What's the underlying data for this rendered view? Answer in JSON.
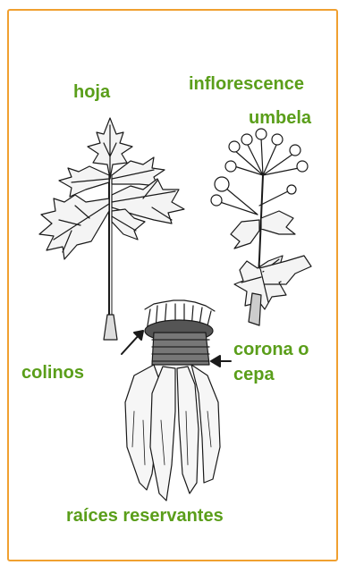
{
  "labels": {
    "hoja": "hoja",
    "inflorescence": "inflorescence",
    "umbela": "umbela",
    "colinos": "colinos",
    "corona_1": "corona o",
    "corona_2": "cepa",
    "raices": "raíces reservantes"
  },
  "colors": {
    "label": "#5a9e1a",
    "border": "#f0a030",
    "ink": "#1a1a1a"
  }
}
